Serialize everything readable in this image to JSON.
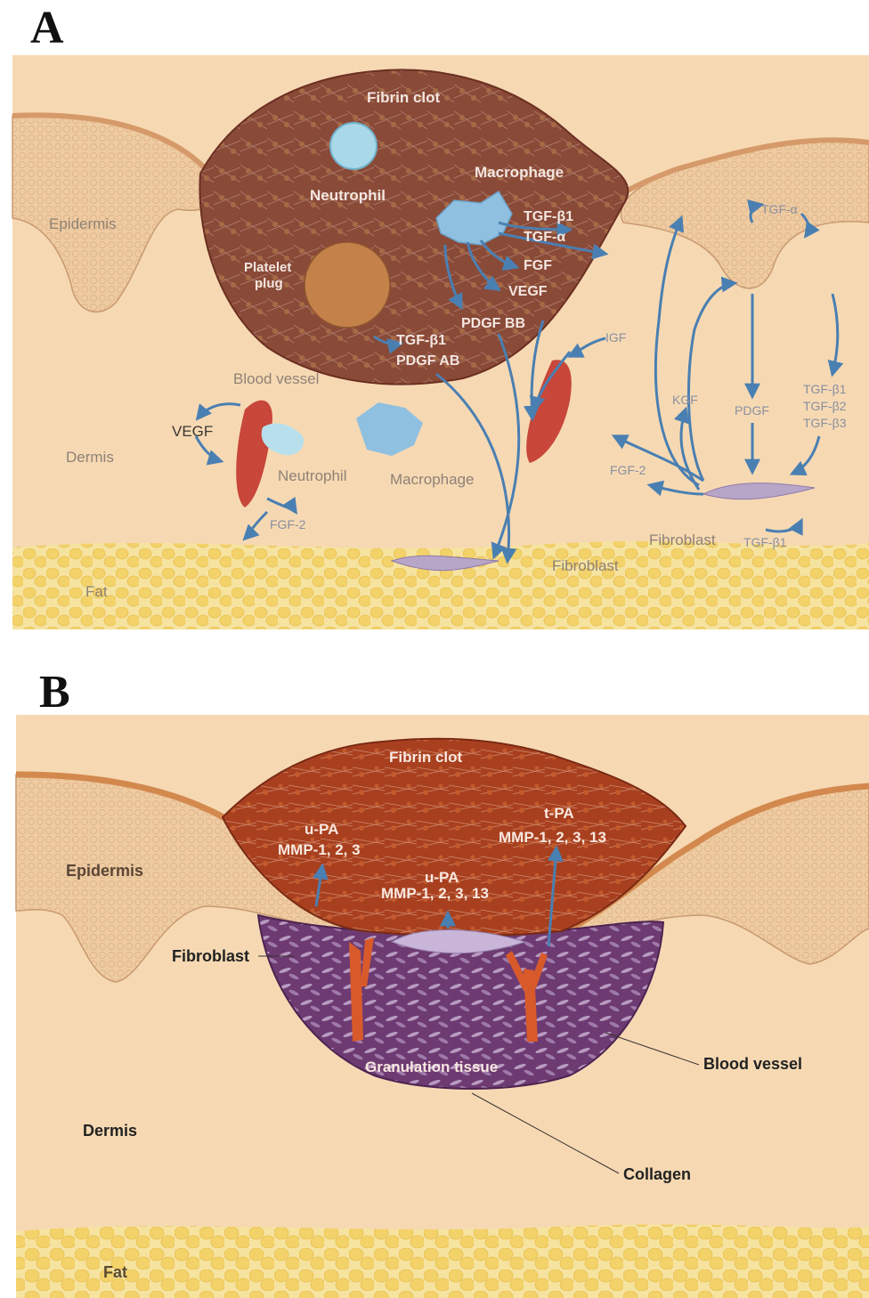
{
  "panel_a": {
    "letter": "A",
    "labels": {
      "fibrin_clot": "Fibrin clot",
      "neutrophil_clot": "Neutrophil",
      "macrophage_clot": "Macrophage",
      "platelet_plug": [
        "Platelet",
        "plug"
      ],
      "epidermis": "Epidermis",
      "dermis": "Dermis",
      "fat": "Fat",
      "blood_vessel": "Blood vessel",
      "vegf_left": "VEGF",
      "neutrophil_dermis": "Neutrophil",
      "macrophage_dermis": "Macrophage",
      "fgf2_left": "FGF-2",
      "fibroblast_bottom": "Fibroblast",
      "fibroblast_right": "Fibroblast",
      "tgf_b1_bottom": "TGF-β1",
      "tgf_b1_macro": "TGF-β1",
      "tgf_a_macro": "TGF-α",
      "fgf": "FGF",
      "vegf_macro": "VEGF",
      "pdgf_bb": "PDGF BB",
      "tgf_b1_plug": "TGF-β1",
      "pdgf_ab": "PDGF AB",
      "igf": "IGF",
      "tgf_a_right": "TGF-α",
      "kgf": "KGF",
      "pdgf_right": "PDGF",
      "tgf_b_list": [
        "TGF-β1",
        "TGF-β2",
        "TGF-β3"
      ],
      "fgf2_right": "FGF-2"
    }
  },
  "panel_b": {
    "letter": "B",
    "labels": {
      "fibrin_clot": "Fibrin clot",
      "epidermis": "Epidermis",
      "upa_left": "u-PA",
      "mmp_left": "MMP-1, 2, 3",
      "tpa": "t-PA",
      "mmp_right": "MMP-1, 2, 3, 13",
      "upa_center": "u-PA",
      "mmp_center": "MMP-1, 2, 3, 13",
      "fibroblast": "Fibroblast",
      "granulation_tissue": "Granulation tissue",
      "blood_vessel": "Blood vessel",
      "dermis": "Dermis",
      "collagen": "Collagen",
      "fat": "Fat"
    }
  },
  "colors": {
    "skin": "#f6d9b3",
    "epidermis": "#edc49a",
    "clot_a": "#8a4a38",
    "clot_b": "#a8401f",
    "granulation": "#6e3a72",
    "arrow": "#4a7fb2",
    "fat": "#f3d977",
    "vessel": "#c8463a"
  }
}
